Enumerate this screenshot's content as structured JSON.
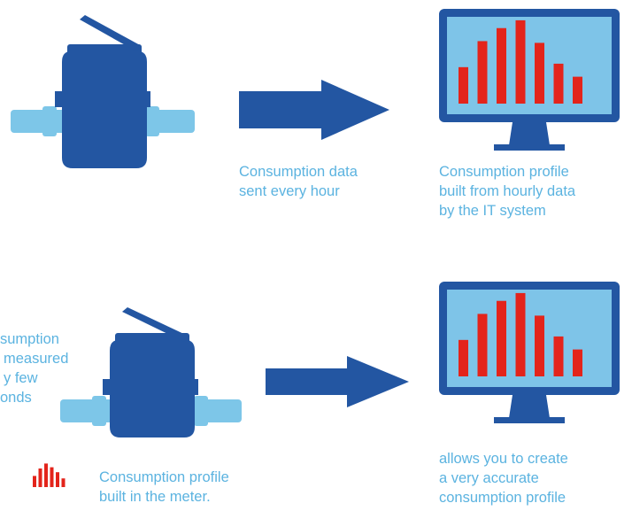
{
  "colors": {
    "meter_body": "#2356a2",
    "pipe": "#7dc6e8",
    "arrow": "#2356a2",
    "screen": "#7ec4e8",
    "bars": "#e3241b",
    "text": "#5bb3e0"
  },
  "top_row": {
    "arrow_caption": [
      "Consumption data",
      "sent every hour"
    ],
    "monitor_caption": [
      "Consumption profile",
      "built from hourly data",
      "by the IT system"
    ],
    "monitor_bar_heights": [
      0.42,
      0.72,
      0.87,
      0.96,
      0.7,
      0.46,
      0.31
    ]
  },
  "bottom_row": {
    "meter_caption": [
      "sumption",
      "measured",
      "y few",
      "onds"
    ],
    "legend_caption": [
      "Consumption profile",
      "built in the meter."
    ],
    "legend_bar_heights": [
      0.45,
      0.75,
      0.95,
      0.8,
      0.6,
      0.35
    ],
    "monitor_caption": [
      "allows you to create",
      "a very accurate",
      "consumption profile"
    ],
    "monitor_bar_heights": [
      0.42,
      0.72,
      0.87,
      0.96,
      0.7,
      0.46,
      0.31
    ]
  }
}
